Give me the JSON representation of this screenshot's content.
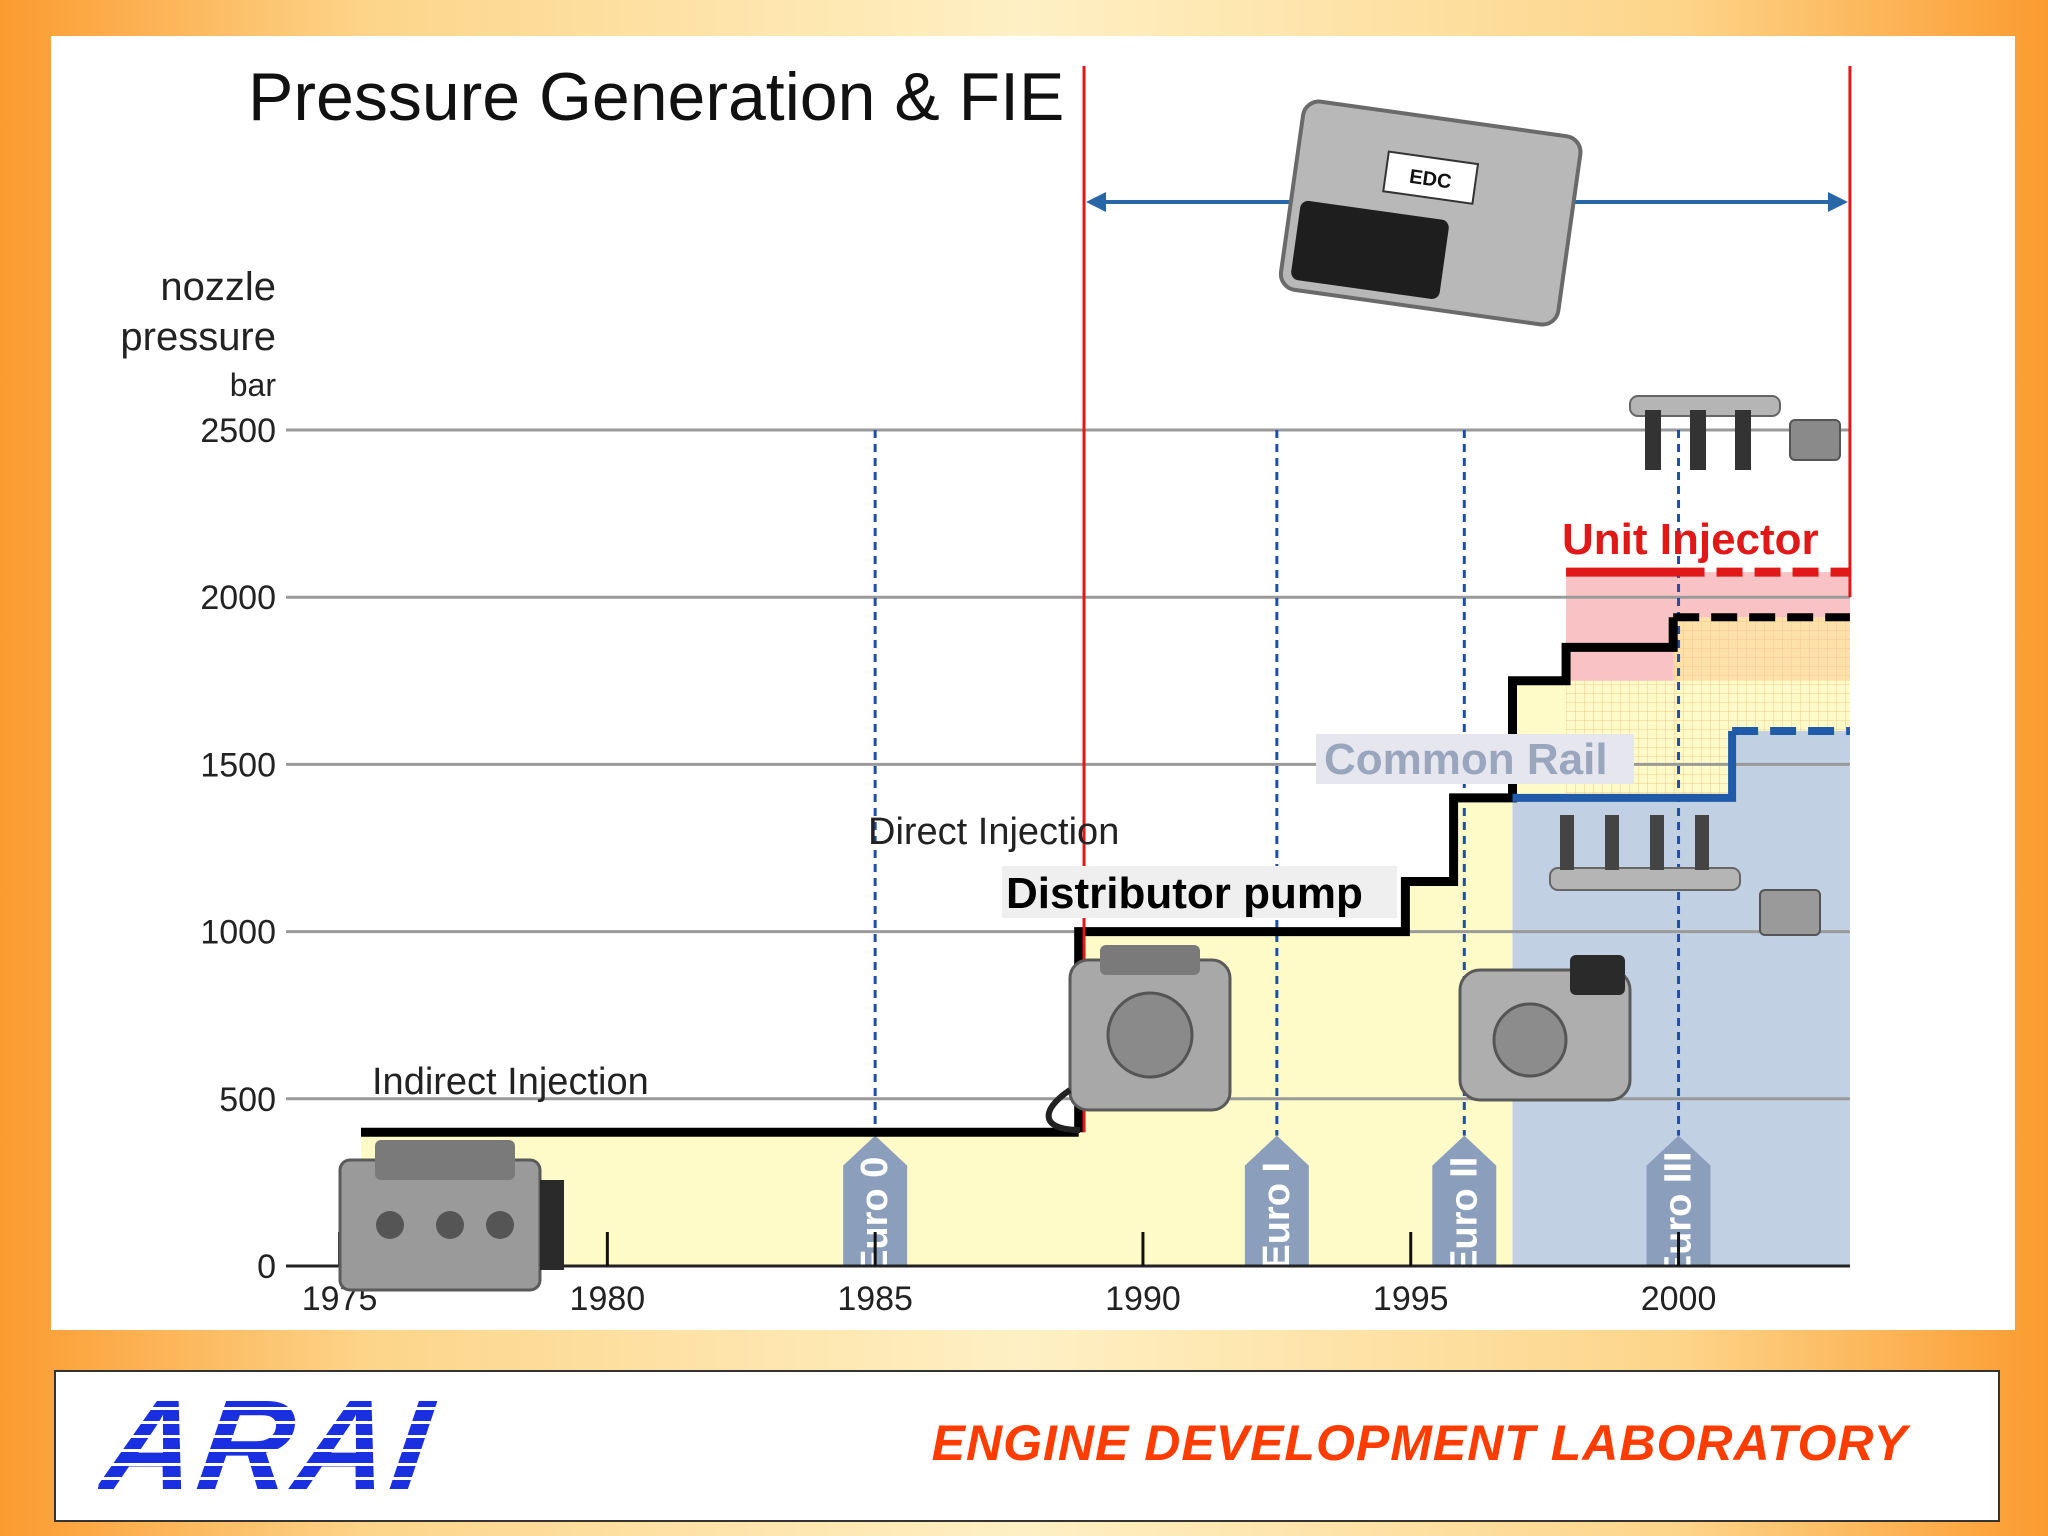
{
  "slide": {
    "title": "Pressure Generation & FIE",
    "ecu_label": "EDC"
  },
  "chart_data": {
    "type": "area",
    "ylabel_lines": [
      "nozzle",
      "pressure",
      "bar"
    ],
    "ylim": [
      0,
      2500
    ],
    "yticks": [
      0,
      500,
      1000,
      1500,
      2000,
      2500
    ],
    "xlim": [
      1974,
      2003.5
    ],
    "xticks": [
      1975,
      1980,
      1985,
      1990,
      1995,
      2000
    ],
    "grid": true,
    "series": [
      {
        "name": "Indirect Injection",
        "color": "#000000",
        "points": [
          [
            1975.4,
            400
          ],
          [
            1988.8,
            400
          ]
        ]
      },
      {
        "name": "Distributor pump",
        "color": "#000000",
        "points": [
          [
            1988.8,
            400
          ],
          [
            1988.8,
            1000
          ],
          [
            1994.9,
            1000
          ],
          [
            1994.9,
            1150
          ],
          [
            1995.8,
            1150
          ],
          [
            1995.8,
            1400
          ],
          [
            1996.9,
            1400
          ],
          [
            1996.9,
            1750
          ],
          [
            1997.9,
            1750
          ],
          [
            1997.9,
            1850
          ],
          [
            1999.9,
            1850
          ],
          [
            1999.9,
            1940
          ],
          [
            2003.2,
            1940
          ]
        ]
      },
      {
        "name": "Common Rail",
        "color": "#1f5ba8",
        "points": [
          [
            1996.9,
            1400
          ],
          [
            2001.0,
            1400
          ],
          [
            2001.0,
            1600
          ],
          [
            2003.2,
            1600
          ]
        ]
      },
      {
        "name": "Unit Injector",
        "color": "#e01818",
        "points": [
          [
            1997.9,
            2075
          ],
          [
            2003.2,
            2075
          ]
        ]
      }
    ],
    "annotations": {
      "indirect_injection": "Indirect Injection",
      "direct_injection": "Direct Injection",
      "distributor_pump": "Distributor pump",
      "common_rail": "Common Rail",
      "unit_injector": "Unit Injector"
    },
    "euro_markers": [
      {
        "label": "Euro 0",
        "year": 1985
      },
      {
        "label": "Euro I",
        "year": 1992.5
      },
      {
        "label": "Euro II",
        "year": 1996
      },
      {
        "label": "Euro III",
        "year": 2000
      }
    ],
    "edc_range": [
      1988.9,
      2003.2
    ]
  },
  "footer": {
    "logo": "ARAI",
    "lab": "ENGINE DEVELOPMENT LABORATORY"
  },
  "colors": {
    "yellow_area": "#fefbc8",
    "blue_area": "#c1d1e3",
    "pink_area": "#f9c2c4",
    "orange_area": "#fee1a9",
    "grid": "#9a9a9a",
    "euro_marker": "#8b9fbd",
    "vline": "#e01818",
    "arrow": "#2866a8"
  }
}
